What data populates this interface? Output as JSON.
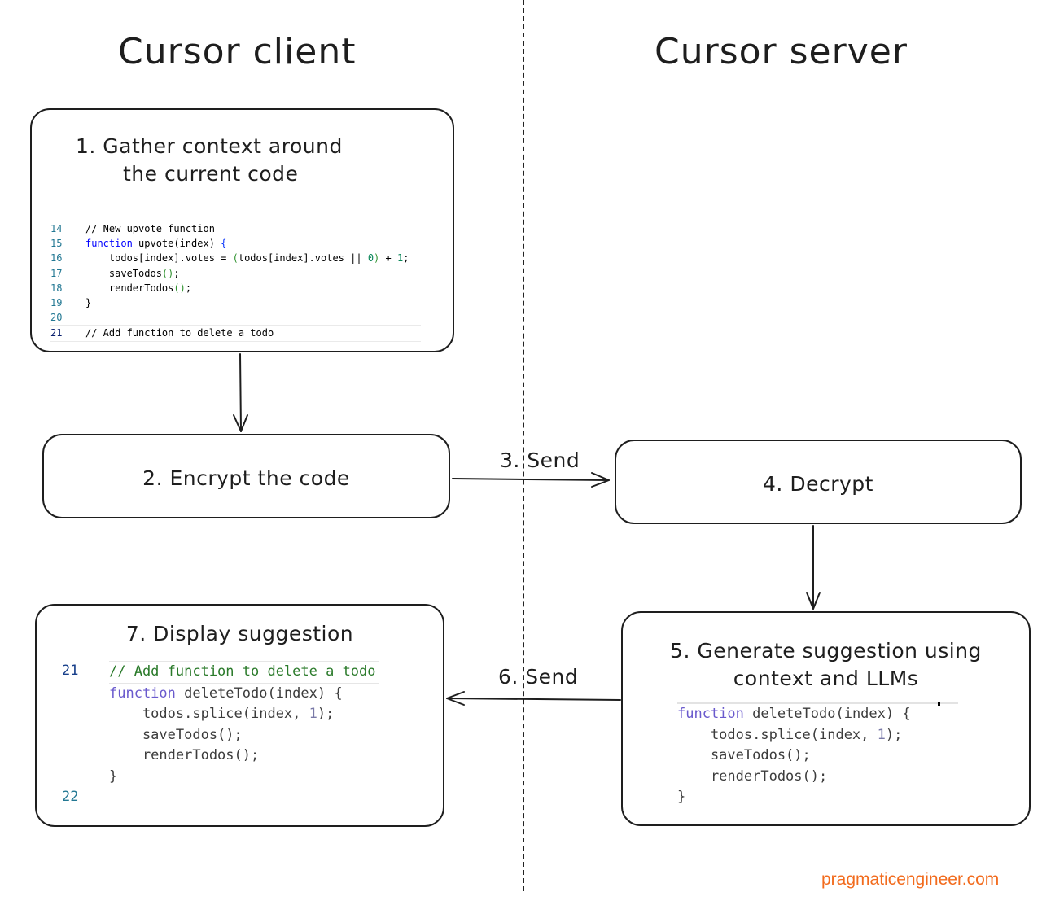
{
  "titles": {
    "client": "Cursor client",
    "server": "Cursor server"
  },
  "steps": {
    "gather_line1": "1. Gather context around",
    "gather_line2": "the current code",
    "encrypt": "2. Encrypt the code",
    "send3": "3. Send",
    "decrypt": "4. Decrypt",
    "generate_line1": "5. Generate suggestion using",
    "generate_line2": "context and LLMs",
    "send6": "6. Send",
    "display": "7. Display suggestion"
  },
  "code_context": {
    "lines": [
      {
        "n": "14",
        "t": "// New upvote function"
      },
      {
        "n": "15",
        "t": "function upvote(index) {"
      },
      {
        "n": "16",
        "t": "    todos[index].votes = (todos[index].votes || 0) + 1;"
      },
      {
        "n": "17",
        "t": "    saveTodos();"
      },
      {
        "n": "18",
        "t": "    renderTodos();"
      },
      {
        "n": "19",
        "t": "}"
      },
      {
        "n": "20",
        "t": ""
      },
      {
        "n": "21",
        "t": "// Add function to delete a todo"
      }
    ]
  },
  "code_generated": {
    "lines": [
      "function deleteTodo(index) {",
      "    todos.splice(index, 1);",
      "    saveTodos();",
      "    renderTodos();",
      "}"
    ]
  },
  "code_display": {
    "lines": [
      {
        "n": "21",
        "t": "// Add function to delete a todo"
      },
      {
        "n": "",
        "t": "function deleteTodo(index) {"
      },
      {
        "n": "",
        "t": "    todos.splice(index, 1);"
      },
      {
        "n": "",
        "t": "    saveTodos();"
      },
      {
        "n": "",
        "t": "    renderTodos();"
      },
      {
        "n": "",
        "t": "}"
      },
      {
        "n": "22",
        "t": ""
      }
    ]
  },
  "watermark": "pragmaticengineer.com",
  "colors": {
    "stroke": "#1e1e1e",
    "watermark": "#f26b1d",
    "comment": "#008000",
    "keyword": "#0000ff"
  }
}
